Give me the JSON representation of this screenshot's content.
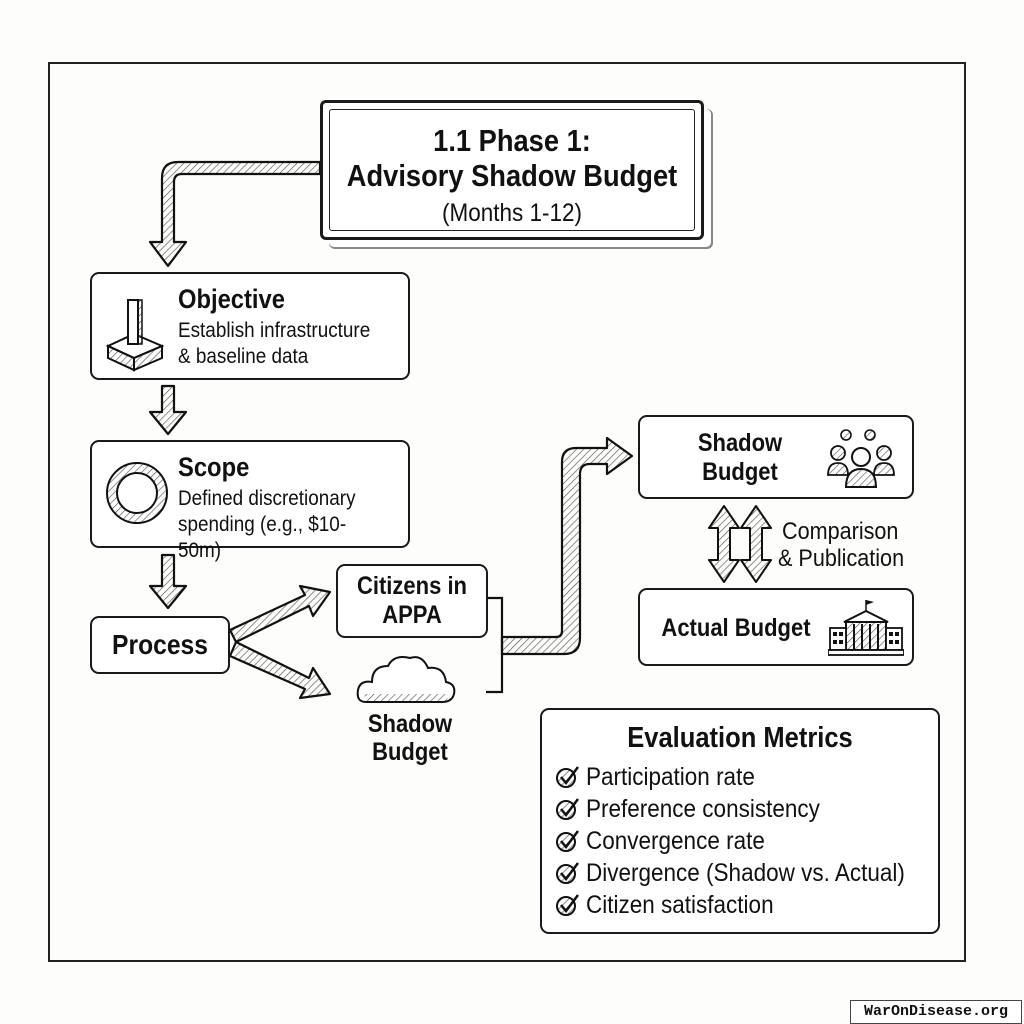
{
  "header": {
    "title_line1": "1.1 Phase 1:",
    "title_line2": "Advisory Shadow Budget",
    "subtitle": "(Months 1-12)"
  },
  "steps": {
    "objective": {
      "heading": "Objective",
      "body_line1": "Establish infrastructure",
      "body_line2": "& baseline data",
      "icon": "foundation-pillar-icon"
    },
    "scope": {
      "heading": "Scope",
      "body_line1": "Defined discretionary",
      "body_line2": "spending (e.g., $10-50m)",
      "icon": "ring-chart-icon"
    },
    "process": {
      "heading": "Process"
    }
  },
  "process_branches": {
    "citizens": {
      "line1": "Citizens in",
      "line2": "APPA"
    },
    "shadow_cloud": {
      "line1": "Shadow",
      "line2": "Budget",
      "icon": "cloud-icon"
    }
  },
  "comparison": {
    "shadow_budget": {
      "line1": "Shadow",
      "line2": "Budget",
      "icon": "people-group-icon"
    },
    "label_line1": "Comparison",
    "label_line2": "& Publication",
    "actual_budget": {
      "label": "Actual Budget",
      "icon": "government-building-icon"
    }
  },
  "evaluation": {
    "title": "Evaluation Metrics",
    "items": [
      "Participation rate",
      "Preference consistency",
      "Convergence rate",
      "Divergence (Shadow vs. Actual)",
      "Citizen satisfaction"
    ]
  },
  "watermark": "WarOnDisease.org"
}
